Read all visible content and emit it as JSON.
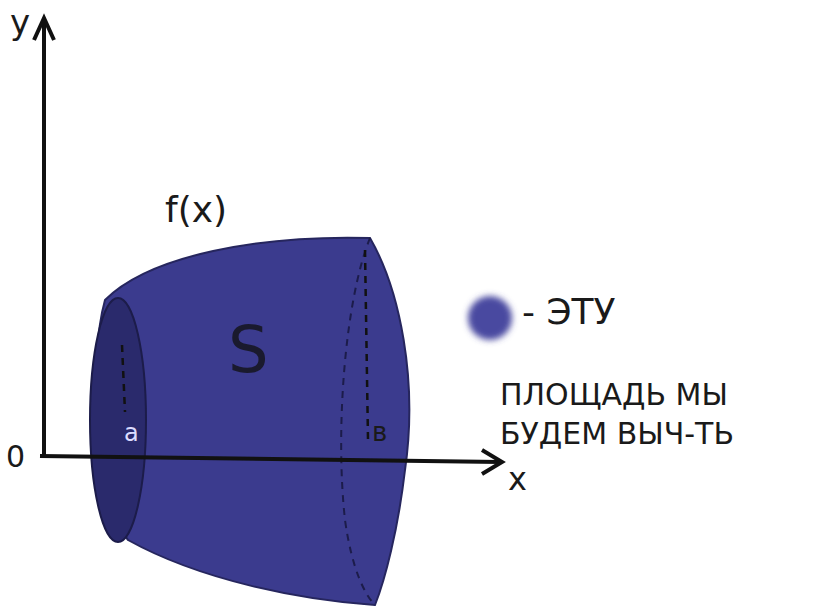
{
  "diagram": {
    "labels": [
      "y",
      "x",
      "0",
      "a",
      "в",
      "f(x)",
      "S",
      "- ЭТУ",
      "ПЛОЩАДЬ МЫ БУДЕМ ВЫЧ-ТЬ"
    ]
  }
}
